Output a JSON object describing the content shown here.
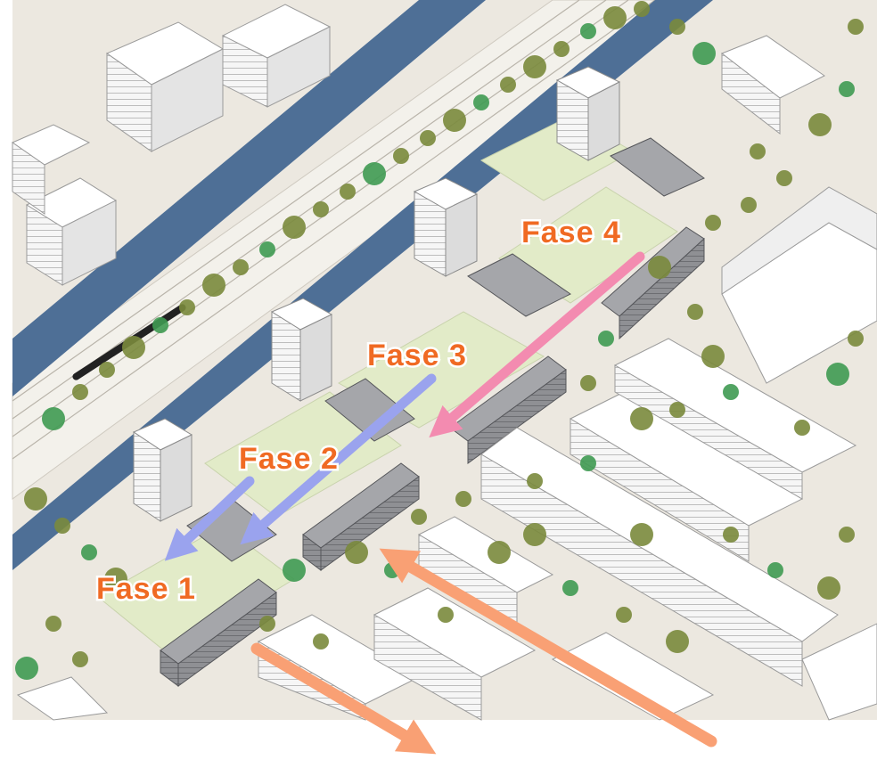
{
  "map": {
    "phase_labels": {
      "fase1": "Fase 1",
      "fase2": "Fase 2",
      "fase3": "Fase 3",
      "fase4": "Fase 4"
    },
    "colors": {
      "background": "#e9e4dc",
      "ground": "#ece8e0",
      "canal": "#4e6f96",
      "rail_bed": "#f2f0ea",
      "courtyard": "#e2ebc8",
      "building_white": "#fbfbfb",
      "building_shade": "#d9d9d9",
      "new_building": "#8f9094",
      "new_building_top": "#a5a6aa",
      "tree_canopy": "#7a8a3c",
      "tree_green": "#3f9a52",
      "label_fill": "#f06a23",
      "label_outline": "#ffffff",
      "arrow_orange": "#f9a074",
      "arrow_pink": "#f38bb0",
      "arrow_blue": "#9aa3ee"
    },
    "arrow_meanings": [
      "phase-sequence",
      "phase-sequence",
      "phase-sequence",
      "access-route",
      "access-route"
    ],
    "icons": [
      "tree-icon",
      "train-icon"
    ]
  }
}
